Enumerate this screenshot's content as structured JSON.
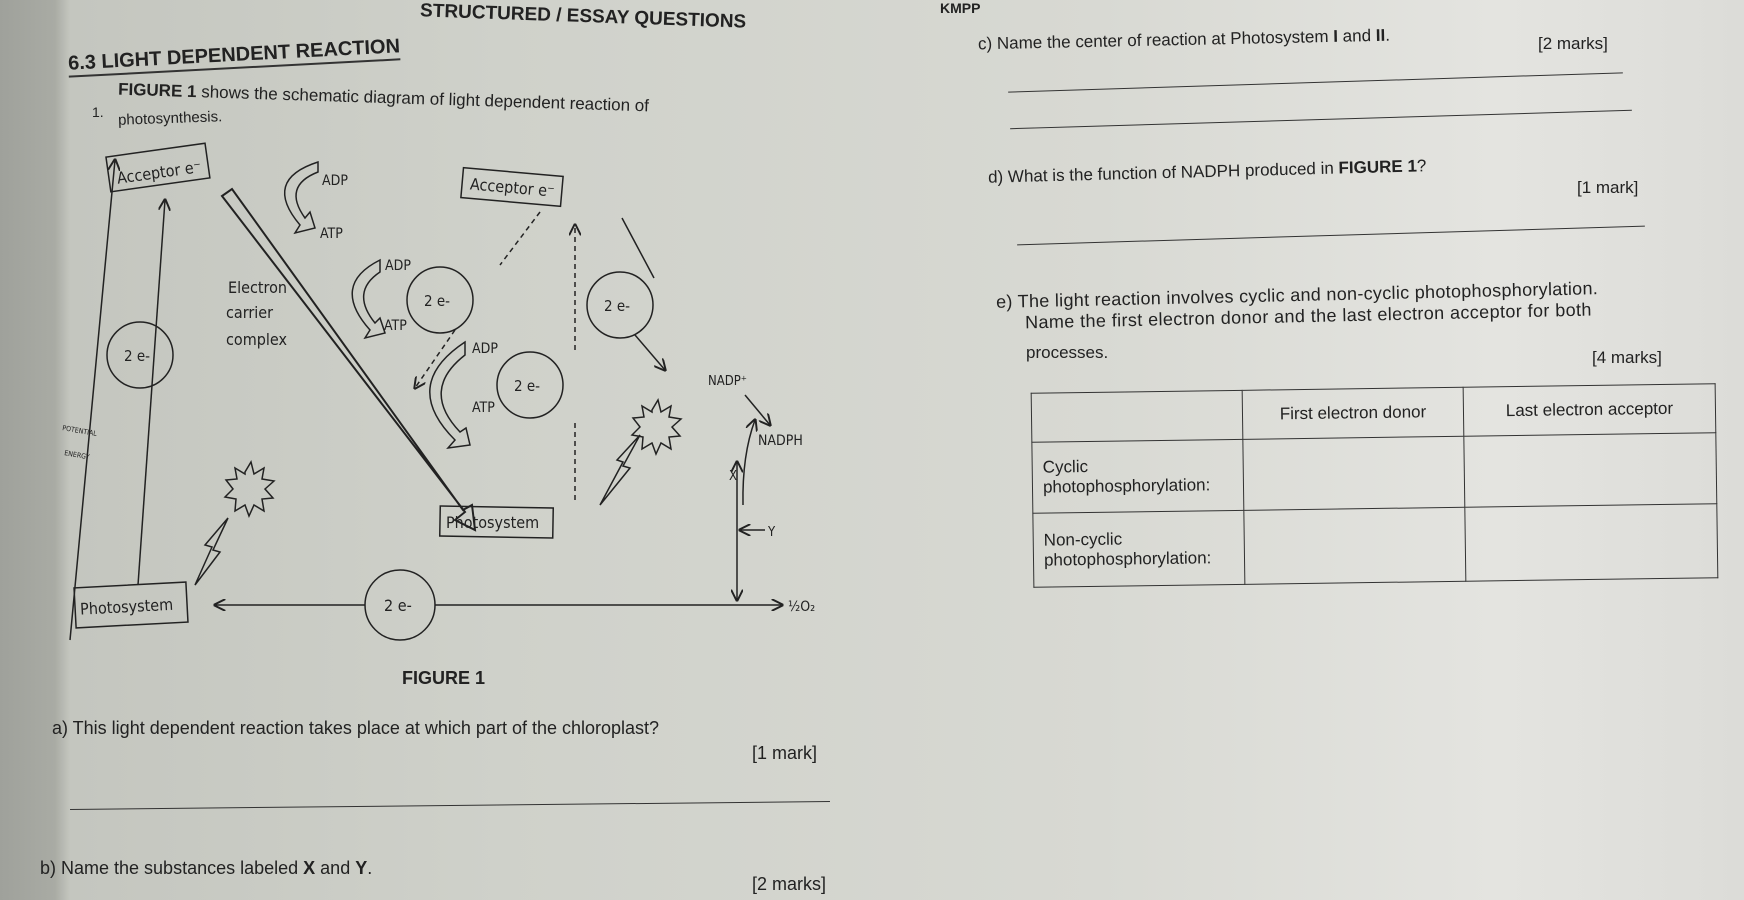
{
  "header": {
    "section_banner": "STRUCTURED / ESSAY QUESTIONS",
    "corner_text": "KMPP",
    "topic": "6.3 LIGHT DEPENDENT REACTION"
  },
  "question": {
    "number": "1.",
    "intro_bold": "FIGURE 1",
    "intro_rest": "shows the schematic diagram of light dependent reaction of",
    "intro_line2": "photosynthesis."
  },
  "figure": {
    "caption": "FIGURE 1",
    "acceptor_left": "Acceptor e⁻",
    "acceptor_right": "Acceptor e⁻",
    "photosystem_left": "Photosystem",
    "photosystem_right": "Photosystem",
    "carrier": [
      "Electron",
      "carrier",
      "complex"
    ],
    "adp": "ADP",
    "atp": "ATP",
    "electrons": "2 e-",
    "nadp_plus": "NADP⁺",
    "nadph": "NADPH",
    "x_label": "X",
    "y_label": "Y",
    "oxygen": "½O₂",
    "axis_label": [
      "POTENTIAL",
      "ENERGY"
    ]
  },
  "questions": [
    {
      "id": "a",
      "text": "a) This light dependent reaction takes place at which part of the chloroplast?",
      "marks": "[1 mark]"
    },
    {
      "id": "b",
      "text_pre": "b) Name the substances labeled ",
      "x": "X",
      "and": " and ",
      "y": "Y",
      "end": ".",
      "marks": "[2 marks]"
    },
    {
      "id": "c",
      "text_pre": "c) Name the center of reaction at Photosystem ",
      "i": "I",
      "and": " and ",
      "ii": "II",
      "end": ".",
      "marks": "[2 marks]"
    },
    {
      "id": "d",
      "text_pre": "d) What is the function of NADPH produced in ",
      "fig": "FIGURE 1",
      "end": "?",
      "marks": "[1 mark]"
    },
    {
      "id": "e",
      "line1": "e) The light reaction involves cyclic and non-cyclic photophosphorylation.",
      "line2": "Name the first electron donor and the last electron acceptor for both",
      "line3": "processes.",
      "marks": "[4 marks]"
    }
  ],
  "table": {
    "headers": [
      "",
      "First electron donor",
      "Last electron acceptor"
    ],
    "rows": [
      {
        "label": [
          "Cyclic",
          "photophosphorylation:"
        ],
        "donor": "",
        "acceptor": ""
      },
      {
        "label": [
          "Non-cyclic",
          "photophosphorylation:"
        ],
        "donor": "",
        "acceptor": ""
      }
    ]
  }
}
